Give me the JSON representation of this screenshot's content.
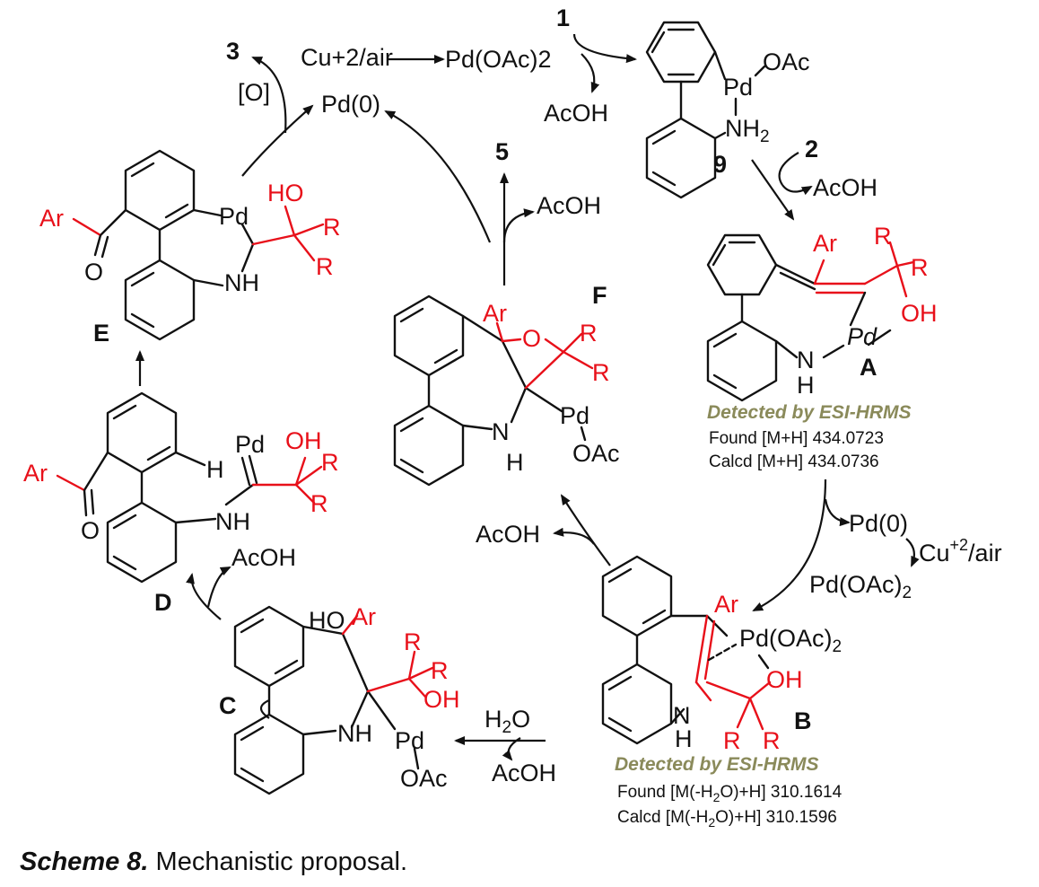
{
  "caption": {
    "bold": "Scheme 8.",
    "text": " Mechanistic proposal."
  },
  "reagents": {
    "cu_air_top": "Cu+2/air",
    "pd_oac2_top": "Pd(OAc)2",
    "pd0_top": "Pd(0)",
    "oxidant": "[O]",
    "acoh_1": "AcOH",
    "acoh_2": "AcOH",
    "acoh_5": "AcOH",
    "pd0_right": "Pd(0)",
    "cu_air_right": "Cu+2/air",
    "pd_oac2_right": "Pd(OAc)2",
    "acoh_bf": "AcOH",
    "h2o": "H2O",
    "acoh_bc": "AcOH",
    "acoh_cd": "AcOH"
  },
  "compounds": {
    "n1": "1",
    "n2": "2",
    "n3": "3",
    "n5": "5",
    "n9": "9",
    "A": "A",
    "B": "B",
    "C": "C",
    "D": "D",
    "E": "E",
    "F": "F"
  },
  "atoms": {
    "pd": "Pd",
    "oac": "OAc",
    "nh2": "NH2",
    "nh": "NH",
    "n": "N",
    "h": "H",
    "ar": "Ar",
    "r": "R",
    "oh": "OH",
    "ho": "HO",
    "o": "O",
    "pdoac2": "Pd(OAc)2"
  },
  "detection": {
    "A": {
      "method": "Detected by ESI-HRMS",
      "found": "Found [M+H] 434.0723",
      "calcd": "Calcd [M+H] 434.0736"
    },
    "B": {
      "method": "Detected by ESI-HRMS",
      "found": "Found [M(-H2O)+H] 310.1614",
      "calcd": "Calcd [M(-H2O)+H] 310.1596"
    }
  },
  "colors": {
    "black": "#111111",
    "red": "#e8101a",
    "detected": "#8a8a5a"
  }
}
